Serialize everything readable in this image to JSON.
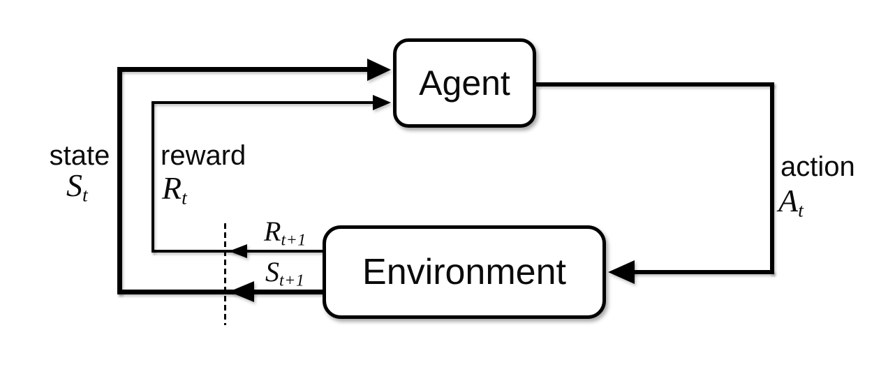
{
  "diagram": {
    "background": "#ffffff",
    "line_color": "#000000",
    "box_fill": "#ffffff",
    "nodes": {
      "agent": {
        "label": "Agent"
      },
      "environment": {
        "label": "Environment"
      }
    },
    "edges": {
      "state": {
        "word": "state",
        "symbol": "S",
        "subscript": "t",
        "from": "environment",
        "to": "agent"
      },
      "reward": {
        "word": "reward",
        "symbol": "R",
        "subscript": "t",
        "from": "environment",
        "to": "agent"
      },
      "action": {
        "word": "action",
        "symbol": "A",
        "subscript": "t",
        "from": "agent",
        "to": "environment"
      },
      "next_reward": {
        "symbol": "R",
        "subscript": "t+1",
        "from": "environment",
        "to": "time-divider"
      },
      "next_state": {
        "symbol": "S",
        "subscript": "t+1",
        "from": "environment",
        "to": "time-divider"
      }
    }
  }
}
